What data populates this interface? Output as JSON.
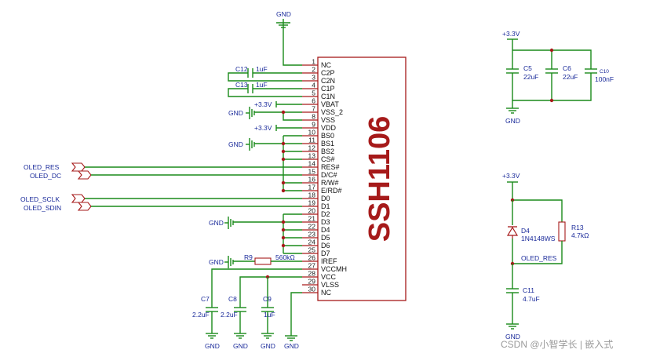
{
  "chip": {
    "name": "SSH1106",
    "pins": [
      {
        "num": "1",
        "name": "NC"
      },
      {
        "num": "2",
        "name": "C2P"
      },
      {
        "num": "3",
        "name": "C2N"
      },
      {
        "num": "4",
        "name": "C1P"
      },
      {
        "num": "5",
        "name": "C1N"
      },
      {
        "num": "6",
        "name": "VBAT"
      },
      {
        "num": "7",
        "name": "VSS_2"
      },
      {
        "num": "8",
        "name": "VSS"
      },
      {
        "num": "9",
        "name": "VDD"
      },
      {
        "num": "10",
        "name": "BS0"
      },
      {
        "num": "11",
        "name": "BS1"
      },
      {
        "num": "12",
        "name": "BS2"
      },
      {
        "num": "13",
        "name": "CS#"
      },
      {
        "num": "14",
        "name": "RES#"
      },
      {
        "num": "15",
        "name": "D/C#"
      },
      {
        "num": "16",
        "name": "R/W#"
      },
      {
        "num": "17",
        "name": "E/RD#"
      },
      {
        "num": "18",
        "name": "D0"
      },
      {
        "num": "19",
        "name": "D1"
      },
      {
        "num": "20",
        "name": "D2"
      },
      {
        "num": "21",
        "name": "D3"
      },
      {
        "num": "22",
        "name": "D4"
      },
      {
        "num": "23",
        "name": "D5"
      },
      {
        "num": "24",
        "name": "D6"
      },
      {
        "num": "25",
        "name": "D7"
      },
      {
        "num": "26",
        "name": "IREF"
      },
      {
        "num": "27",
        "name": "VCCMH"
      },
      {
        "num": "28",
        "name": "VCC"
      },
      {
        "num": "29",
        "name": "VLSS"
      },
      {
        "num": "30",
        "name": "NC"
      }
    ]
  },
  "nets": {
    "gnd": "GND",
    "v33": "+3.3V",
    "oled_res": "OLED_RES",
    "oled_dc": "OLED_DC",
    "oled_sclk": "OLED_SCLK",
    "oled_sdin": "OLED_SDIN"
  },
  "components": {
    "c12": {
      "ref": "C12",
      "value": "1uF"
    },
    "c13": {
      "ref": "C13",
      "value": "1uF"
    },
    "r9": {
      "ref": "R9",
      "value": "560kΩ"
    },
    "c7": {
      "ref": "C7",
      "value": "2.2uF"
    },
    "c8": {
      "ref": "C8",
      "value": "2.2uF"
    },
    "c9": {
      "ref": "C9",
      "value": "1uF"
    },
    "c5": {
      "ref": "C5",
      "value": "22uF"
    },
    "c6": {
      "ref": "C6",
      "value": "22uF"
    },
    "c10": {
      "ref": "C10",
      "value": "100nF"
    },
    "d4": {
      "ref": "D4",
      "value": "1N4148WS"
    },
    "r13": {
      "ref": "R13",
      "value": "4.7kΩ"
    },
    "c11": {
      "ref": "C11",
      "value": "4.7uF"
    }
  },
  "watermark": "CSDN @小智学长 | 嵌入式"
}
